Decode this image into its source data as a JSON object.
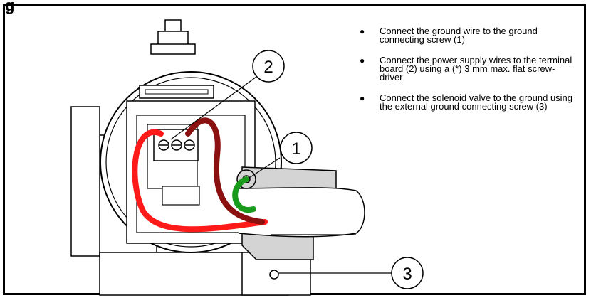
{
  "heading_fragment": "g",
  "instructions": [
    "Connect the ground wire to the ground connecting screw (1)",
    "Connect the power supply wires to the terminal board (2) using a (*) 3 mm max. flat screw-driver",
    "Connect the solenoid valve to the ground  using the external ground connecting screw (3)"
  ],
  "bullet_glyph": "●",
  "callouts": [
    "1",
    "2",
    "3"
  ],
  "wire_colors": {
    "red": "#ff1a1a",
    "dark_red": "#8b1010",
    "green": "#1a9a1a"
  },
  "housing_color": "#d4d4d4"
}
